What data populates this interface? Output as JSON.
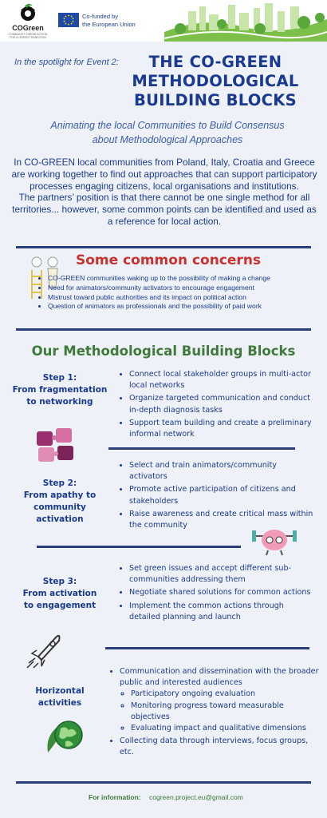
{
  "header": {
    "logo_word": "COGreen",
    "logo_tagline": "COMMUNITY GREEN ACTION FOR A GREEN TRANSITION",
    "eu_line1": "Co-funded by",
    "eu_line2": "the European Union"
  },
  "intro": {
    "spotlight": "In the spotlight for Event 2:",
    "title_line1": "THE CO-GREEN",
    "title_line2": "METHODOLOGICAL",
    "title_line3": "BUILDING BLOCKS",
    "subtitle_line1": "Animating the local Communities to Build Consensus",
    "subtitle_line2": "about Methodological Approaches",
    "para1": "In CO-GREEN local communities from Poland, Italy, Croatia and Greece are working together to find out approaches that can support participatory processes engaging citizens, local organisations and institutions.",
    "para2": "The partners’ position is that there cannot be one single method for all territories... however, some common points can be identified and used as a reference for local action."
  },
  "concerns": {
    "title": "Some common concerns",
    "items": [
      "CO-GREEN communities waking up to the possibility of making a change",
      "Need for animators/community activators to encourage engagement",
      "Mistrust toward public authorities and its impact on political action",
      "Question of animators as professionals and the possibility of paid work"
    ]
  },
  "blocks": {
    "title": "Our Methodological Building Blocks",
    "steps": [
      {
        "label_line1": "Step 1:",
        "label_line2": "From fragmentation",
        "label_line3": "to networking",
        "items": [
          "Connect local stakeholder groups in multi-actor local networks",
          "Organize targeted communication and conduct in-depth diagnosis tasks",
          "Support team building and create a preliminary informal network"
        ]
      },
      {
        "label_line1": "Step 2:",
        "label_line2": "From apathy to",
        "label_line3": "community",
        "label_line4": "activation",
        "items": [
          "Select and train animators/community activators",
          "Promote active participation of citizens and stakeholders",
          "Raise awareness and create critical mass within the community"
        ]
      },
      {
        "label_line1": "Step 3:",
        "label_line2": "From activation",
        "label_line3": "to engagement",
        "items": [
          "Set green issues and accept different sub-communities addressing them",
          "Negotiate shared solutions for common actions",
          "Implement the common actions through detailed planning and launch"
        ]
      }
    ],
    "horizontal": {
      "label_line1": "Horizontal",
      "label_line2": "activities",
      "item1": "Communication and dissemination with the broader public and interested audiences",
      "subitems": [
        "Participatory ongoing evaluation",
        "Monitoring progress toward measurable objectives",
        "Evaluating impact and qualitative dimensions"
      ],
      "item2": "Collecting data through interviews, focus groups, etc."
    }
  },
  "footer": {
    "label": "For information:",
    "email": "cogreen.project.eu@gmail.com"
  },
  "colors": {
    "navy": "#1a3a8f",
    "red": "#c9312f",
    "green": "#3f7a3a",
    "rule": "#2a3f7a"
  }
}
